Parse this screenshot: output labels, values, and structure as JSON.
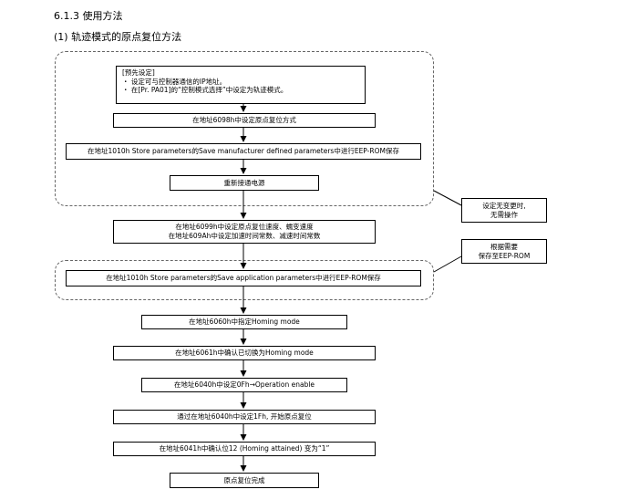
{
  "section_title": "6.1.3 使用方法",
  "subsection_title": "(1) 轨迹模式的原点复位方法",
  "presets": {
    "title": "[预先设定]",
    "items": [
      "・ 设定可与控制器通信的IP地址。",
      "・ 在[Pr. PA01]的“控制模式选择”中设定为轨迹模式。"
    ]
  },
  "steps": [
    "在地址6098h中设定原点复位方式",
    "在地址1010h Store parameters的Save manufacturer defined parameters中进行EEP-ROM保存",
    "重新接通电源",
    [
      "在地址6099h中设定原点复位速度、蠕变速度",
      "在地址609Ah中设定加速时间常数、减速时间常数"
    ],
    "在地址1010h Store parameters的Save application parameters中进行EEP-ROM保存",
    "在地址6060h中指定Homing mode",
    "在地址6061h中确认已切换为Homing mode",
    "在地址6040h中设定0Fh→Operation enable",
    "通过在地址6040h中设定1Fh, 开始原点复位",
    "在地址6041h中确认位12 (Homing attained) 变为“1”",
    "原点复位完成"
  ],
  "callouts": [
    [
      "设定无变更时,",
      "无需操作"
    ],
    [
      "根据需要",
      "保存至EEP-ROM"
    ]
  ]
}
